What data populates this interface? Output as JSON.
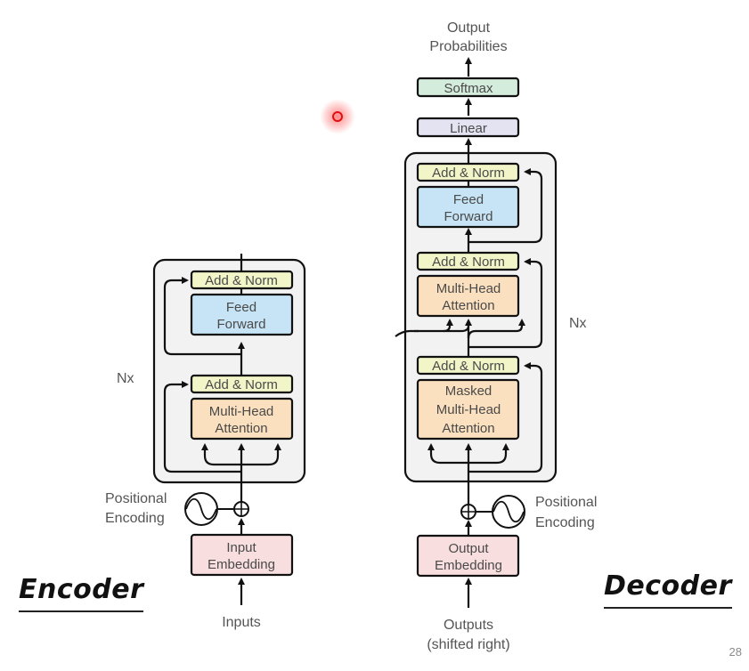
{
  "colors": {
    "add_norm": "#f2f5c8",
    "feed_forward": "#c6e4f5",
    "attention": "#fbe0bf",
    "embedding": "#f8dede",
    "linear": "#e3e3f2",
    "softmax": "#d4ecdb",
    "stack_bg": "#f2f2f2",
    "cursor": "#e01010"
  },
  "encoder": {
    "title": "Encoder",
    "repeat_label": "Nx",
    "add_norm_top": "Add & Norm",
    "feed_forward": [
      "Feed",
      "Forward"
    ],
    "add_norm_bottom": "Add & Norm",
    "attention": [
      "Multi-Head",
      "Attention"
    ],
    "positional_encoding": [
      "Positional",
      "Encoding"
    ],
    "embedding": [
      "Input",
      "Embedding"
    ],
    "input_label": "Inputs"
  },
  "decoder": {
    "title": "Decoder",
    "repeat_label": "Nx",
    "output_label": [
      "Output",
      "Probabilities"
    ],
    "softmax": "Softmax",
    "linear": "Linear",
    "add_norm_top": "Add & Norm",
    "feed_forward": [
      "Feed",
      "Forward"
    ],
    "add_norm_middle": "Add & Norm",
    "cross_attention": [
      "Multi-Head",
      "Attention"
    ],
    "add_norm_bottom": "Add & Norm",
    "masked_attention": [
      "Masked",
      "Multi-Head",
      "Attention"
    ],
    "positional_encoding": [
      "Positional",
      "Encoding"
    ],
    "embedding": [
      "Output",
      "Embedding"
    ],
    "input_label": [
      "Outputs",
      "(shifted right)"
    ]
  },
  "page_number": "28"
}
